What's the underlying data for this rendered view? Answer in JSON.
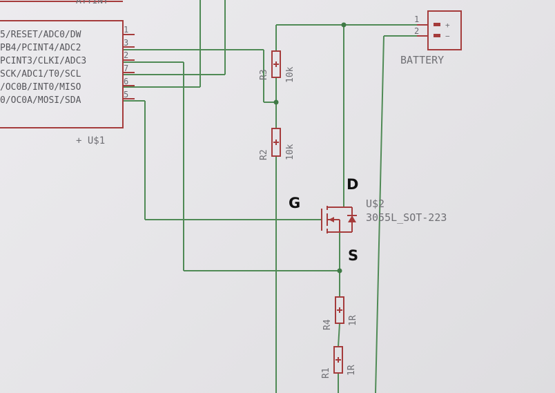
{
  "chip": {
    "title": "ATTINY",
    "name": "+ U$1",
    "pins": [
      {
        "label": "5/RESET/ADC0/DW",
        "number": "1"
      },
      {
        "label": "PB4/PCINT4/ADC2",
        "number": "3"
      },
      {
        "label": "PCINT3/CLKI/ADC3",
        "number": "2"
      },
      {
        "label": "SCK/ADC1/T0/SCL",
        "number": "7"
      },
      {
        "label": "/OC0B/INT0/MISO",
        "number": "6"
      },
      {
        "label": "0/OC0A/MOSI/SDA",
        "number": "5"
      }
    ]
  },
  "battery": {
    "label": "BATTERY",
    "pin1": "1",
    "pin2": "2",
    "plus": "+",
    "minus": "−"
  },
  "resistors": {
    "r3": {
      "name": "R3",
      "value": "10k"
    },
    "r2": {
      "name": "R2",
      "value": "10k"
    },
    "r4": {
      "name": "R4",
      "value": "1R"
    },
    "r1": {
      "name": "R1",
      "value": "1R"
    }
  },
  "mosfet": {
    "name": "U$2",
    "part": "3055L_SOT-223"
  },
  "annotations": {
    "gate": "G",
    "drain": "D",
    "source": "S"
  },
  "colors": {
    "wire": "#4f8a55",
    "symbol": "#a53b3b",
    "text": "#6f6f74",
    "annotation": "#111111"
  }
}
